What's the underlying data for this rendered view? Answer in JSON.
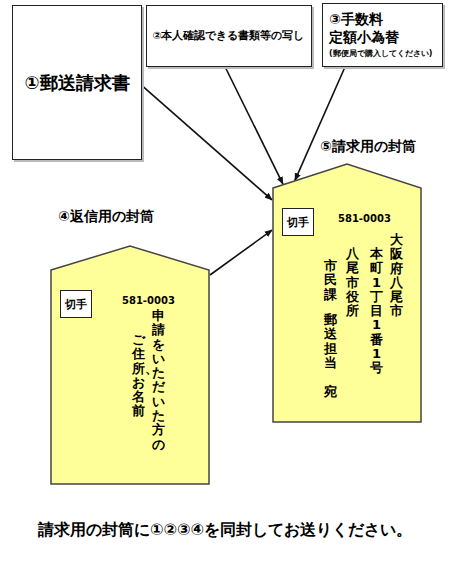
{
  "diagram": {
    "caption": "請求用の封筒に①②③④を同封してお送りください。",
    "nodes": [
      {
        "text": [
          "①郵送請求書"
        ]
      },
      {
        "text": [
          "②本人確認できる書類等の写し"
        ]
      },
      {
        "text": [
          "③手数料 定額小為替",
          "(郵便局で購入してください)"
        ]
      },
      {
        "text": [
          "④返信用の封筒",
          "581-0003",
          "申請をいただいた方の",
          "ご住所、お名前"
        ]
      },
      {
        "text": [
          "切手"
        ],
        "in": 3
      },
      {
        "text": [
          "⑤請求用の封筒",
          "581-0003",
          "大阪府八尾市",
          "本町1丁目1番1号",
          "八尾市役所",
          "市民課",
          "郵送担当",
          "宛"
        ]
      },
      {
        "text": [
          "切手"
        ],
        "in": 5
      }
    ],
    "edges": [
      {
        "from": 0,
        "to": 5,
        "arrow": "to"
      },
      {
        "from": 1,
        "to": 5,
        "arrow": "to"
      },
      {
        "from": 2,
        "to": 5,
        "arrow": "to"
      },
      {
        "from": 3,
        "to": 5,
        "arrow": "to"
      }
    ]
  }
}
